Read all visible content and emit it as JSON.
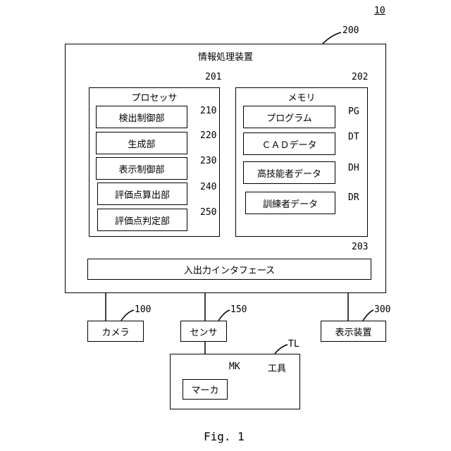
{
  "system_ref": "10",
  "info_device": {
    "title": "情報処理装置",
    "ref": "200",
    "processor": {
      "title": "プロセッサ",
      "ref": "201",
      "units": [
        {
          "label": "検出制御部",
          "ref": "210"
        },
        {
          "label": "生成部",
          "ref": "220"
        },
        {
          "label": "表示制御部",
          "ref": "230"
        },
        {
          "label": "評価点算出部",
          "ref": "240"
        },
        {
          "label": "評価点判定部",
          "ref": "250"
        }
      ]
    },
    "memory": {
      "title": "メモリ",
      "ref": "202",
      "items": [
        {
          "label": "プログラム",
          "ref": "PG"
        },
        {
          "label": "ＣＡＤデータ",
          "ref": "DT"
        },
        {
          "label": "高技能者データ",
          "ref": "DH"
        },
        {
          "label": "訓練者データ",
          "ref": "DR"
        }
      ]
    },
    "io": {
      "label": "入出力インタフェース",
      "ref": "203"
    }
  },
  "camera": {
    "label": "カメラ",
    "ref": "100"
  },
  "sensor": {
    "label": "センサ",
    "ref": "150"
  },
  "display": {
    "label": "表示装置",
    "ref": "300"
  },
  "tool": {
    "label": "工具",
    "ref": "TL"
  },
  "marker": {
    "label": "マーカ",
    "ref": "MK"
  },
  "caption": "Fig. 1"
}
